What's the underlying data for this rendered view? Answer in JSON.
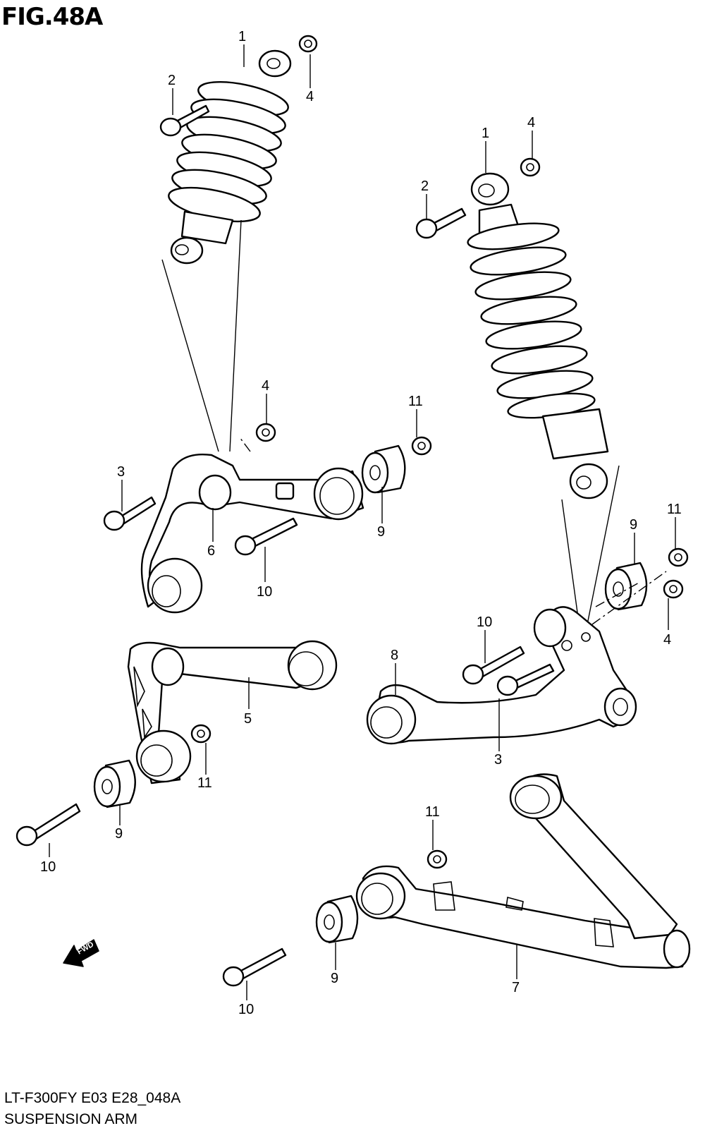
{
  "figure": {
    "title": "FIG.48A",
    "model_code": "LT-F300FY E03 E28_048A",
    "section_name": "SUSPENSION ARM",
    "direction_label": "FWD"
  },
  "callouts": [
    {
      "id": "c1a",
      "text": "1"
    },
    {
      "id": "c2a",
      "text": "2"
    },
    {
      "id": "c4a",
      "text": "4"
    },
    {
      "id": "c1b",
      "text": "1"
    },
    {
      "id": "c4b",
      "text": "4"
    },
    {
      "id": "c2b",
      "text": "2"
    },
    {
      "id": "c4c",
      "text": "4"
    },
    {
      "id": "c11a",
      "text": "11"
    },
    {
      "id": "c3a",
      "text": "3"
    },
    {
      "id": "c6",
      "text": "6"
    },
    {
      "id": "c9a",
      "text": "9"
    },
    {
      "id": "c10a",
      "text": "10"
    },
    {
      "id": "c11b",
      "text": "11"
    },
    {
      "id": "c9b",
      "text": "9"
    },
    {
      "id": "c10b",
      "text": "10"
    },
    {
      "id": "c8",
      "text": "8"
    },
    {
      "id": "c4d",
      "text": "4"
    },
    {
      "id": "c3b",
      "text": "3"
    },
    {
      "id": "c5",
      "text": "5"
    },
    {
      "id": "c11c",
      "text": "11"
    },
    {
      "id": "c9c",
      "text": "9"
    },
    {
      "id": "c10c",
      "text": "10"
    },
    {
      "id": "c11d",
      "text": "11"
    },
    {
      "id": "c9d",
      "text": "9"
    },
    {
      "id": "c7",
      "text": "7"
    },
    {
      "id": "c10d",
      "text": "10"
    }
  ]
}
